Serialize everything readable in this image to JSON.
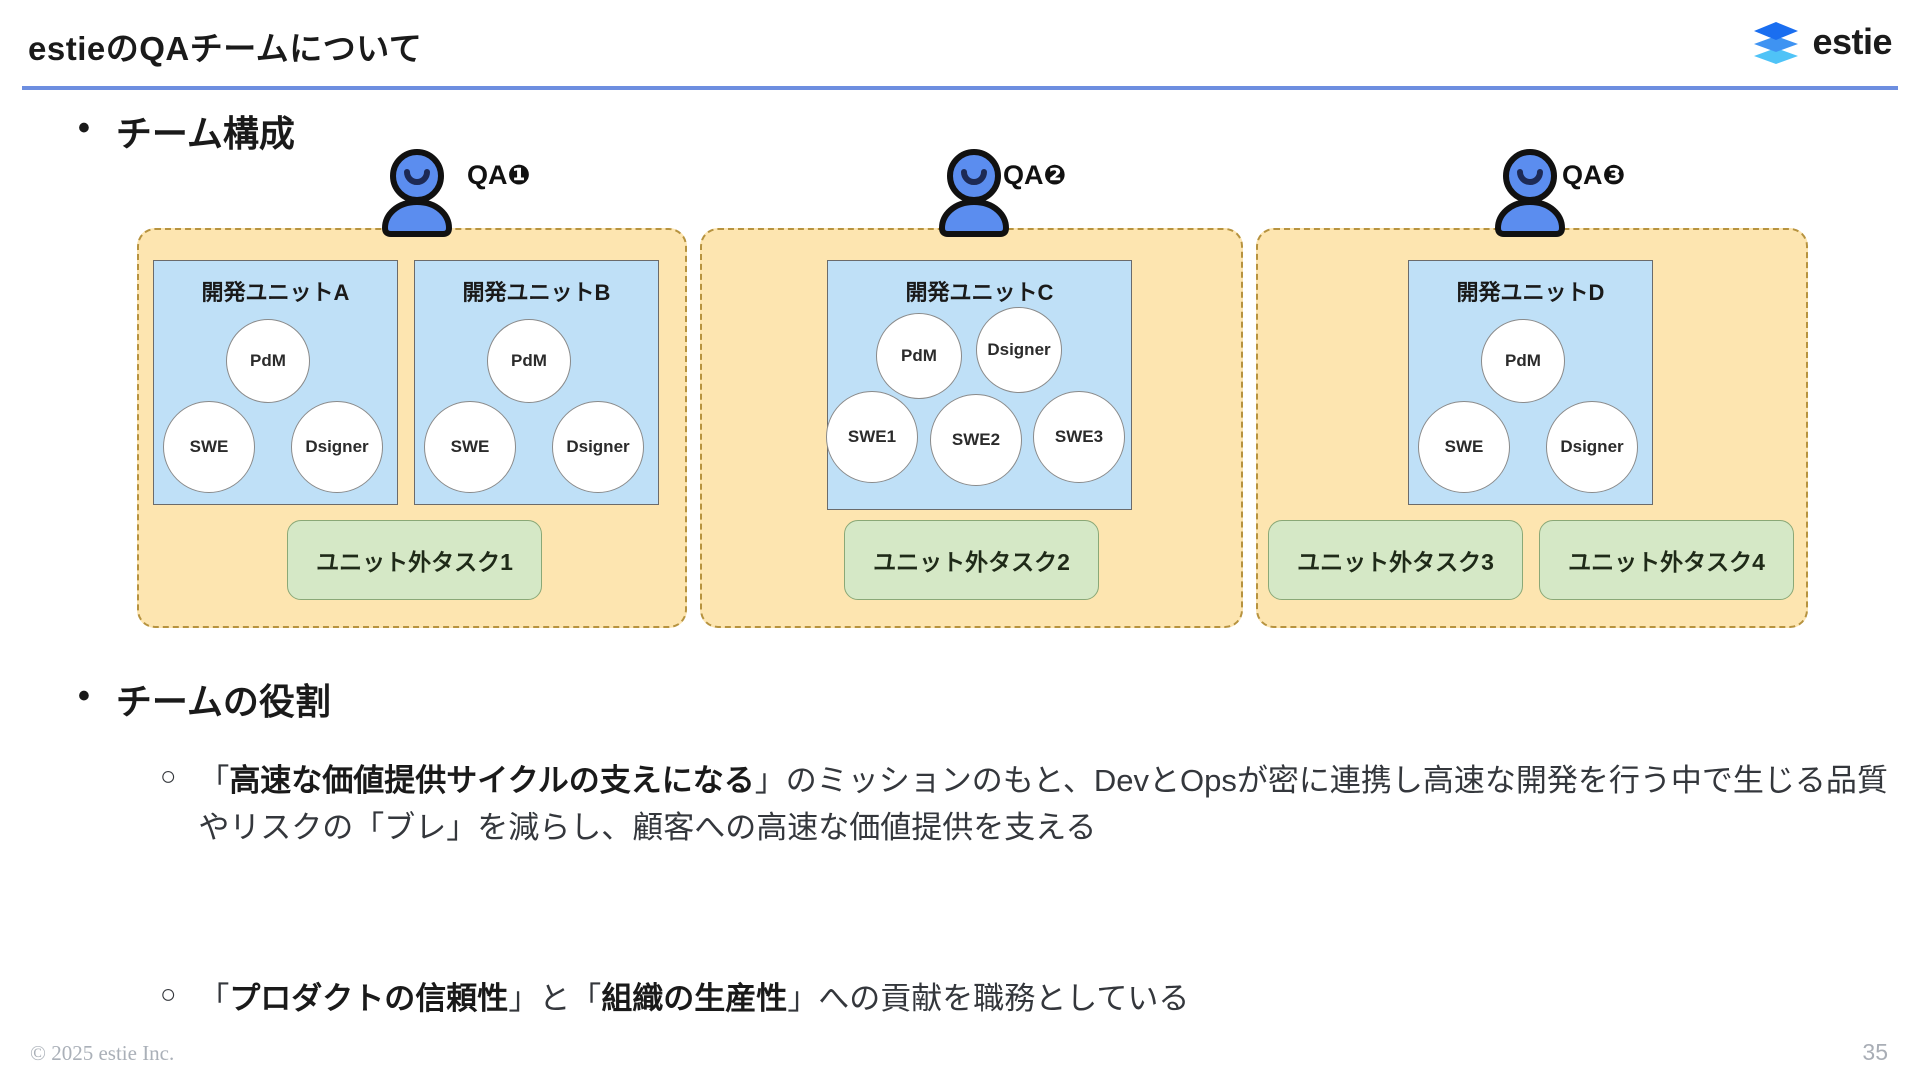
{
  "header": {
    "title": "estieのQAチームについて",
    "brand_name": "estie",
    "logo_colors": [
      "#1a6ef0",
      "#3f93f2",
      "#4fc3f7"
    ],
    "rule_color": "#6d8ee0"
  },
  "sections": {
    "team_structure_heading": "チーム構成",
    "team_role_heading": "チームの役割",
    "bullet_marker_l1": "•",
    "bullet_marker_l2": "○"
  },
  "diagram": {
    "groups": [
      {
        "qa_label": "QA❶",
        "units": [
          {
            "name": "開発ユニットA",
            "roles": [
              "PdM",
              "SWE",
              "Dsigner"
            ]
          },
          {
            "name": "開発ユニットB",
            "roles": [
              "PdM",
              "SWE",
              "Dsigner"
            ]
          }
        ],
        "tasks": [
          "ユニット外タスク1"
        ]
      },
      {
        "qa_label": "QA❷",
        "units": [
          {
            "name": "開発ユニットC",
            "roles": [
              "PdM",
              "Dsigner",
              "SWE1",
              "SWE2",
              "SWE3"
            ]
          }
        ],
        "tasks": [
          "ユニット外タスク2"
        ]
      },
      {
        "qa_label": "QA❸",
        "units": [
          {
            "name": "開発ユニットD",
            "roles": [
              "PdM",
              "SWE",
              "Dsigner"
            ]
          }
        ],
        "tasks": [
          "ユニット外タスク3",
          "ユニット外タスク4"
        ]
      }
    ],
    "colors": {
      "group_fill": "#fde5b0",
      "group_border": "#b7933f",
      "unit_fill": "#bfe0f7",
      "unit_border": "#6b6b6b",
      "task_fill": "#d5e8c6",
      "task_border": "#8aa877",
      "person_fill": "#5b8def"
    }
  },
  "role_text": {
    "mission_line1_open": "「",
    "mission_bold": "高速な価値提供サイクルの支えになる",
    "mission_line1_rest": "」のミッションのもと、DevとOpsが密に連携",
    "mission_line2": "し高速な開発を行う中で生じる品質やリスクの「ブレ」を減らし、顧客への高速な価値",
    "mission_line3": "提供を支える",
    "contrib_open": "「",
    "contrib_bold1": "プロダクトの信頼性",
    "contrib_mid": "」と「",
    "contrib_bold2": "組織の生産性",
    "contrib_tail": "」への貢献を職務としている"
  },
  "footer": {
    "copyright": "© 2025 estie Inc.",
    "page_number": "35"
  }
}
